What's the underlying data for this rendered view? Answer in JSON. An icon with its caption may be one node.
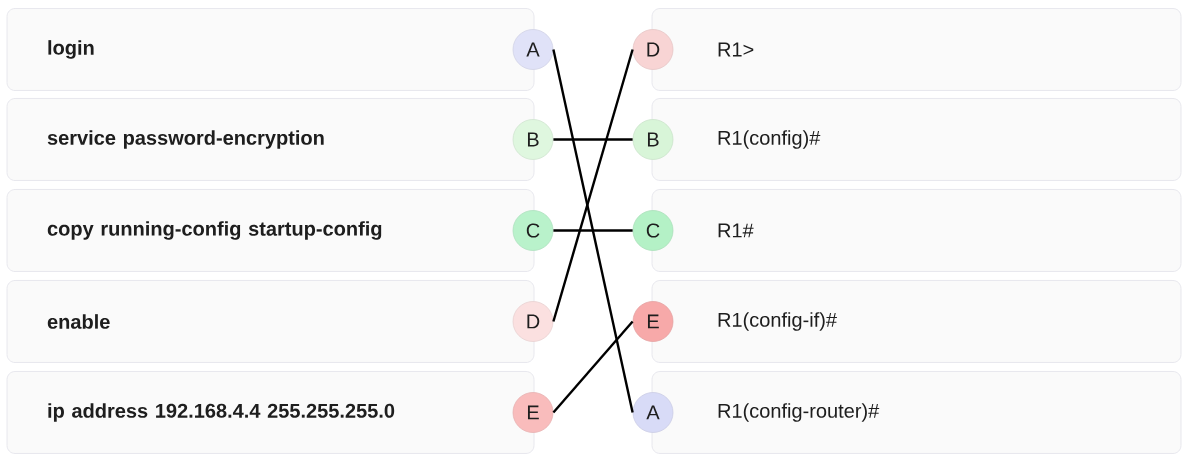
{
  "diagram": {
    "nodes": [
      {
        "text": [
          "login"
        ]
      },
      {
        "text": [
          "A"
        ]
      },
      {
        "text": [
          "D"
        ]
      },
      {
        "text": [
          "R1>"
        ]
      },
      {
        "text": [
          "service password-encryption"
        ]
      },
      {
        "text": [
          "B"
        ]
      },
      {
        "text": [
          "B"
        ]
      },
      {
        "text": [
          "R1(config)#"
        ]
      },
      {
        "text": [
          "copy running-config startup-config"
        ]
      },
      {
        "text": [
          "C"
        ]
      },
      {
        "text": [
          "C"
        ]
      },
      {
        "text": [
          "R1#"
        ]
      },
      {
        "text": [
          "enable"
        ]
      },
      {
        "text": [
          "D"
        ]
      },
      {
        "text": [
          "E"
        ]
      },
      {
        "text": [
          "R1(config-if)#"
        ]
      },
      {
        "text": [
          "ip address 192.168.4.4 255.255.255.0"
        ]
      },
      {
        "text": [
          "E"
        ]
      },
      {
        "text": [
          "A"
        ]
      },
      {
        "text": [
          "R1(config-router)#"
        ]
      }
    ],
    "edges": [
      {
        "from": 1,
        "to": 18,
        "arrow": "none"
      },
      {
        "from": 5,
        "to": 6,
        "arrow": "none"
      },
      {
        "from": 9,
        "to": 10,
        "arrow": "none"
      },
      {
        "from": 13,
        "to": 2,
        "arrow": "none"
      },
      {
        "from": 17,
        "to": 14,
        "arrow": "none"
      }
    ]
  }
}
